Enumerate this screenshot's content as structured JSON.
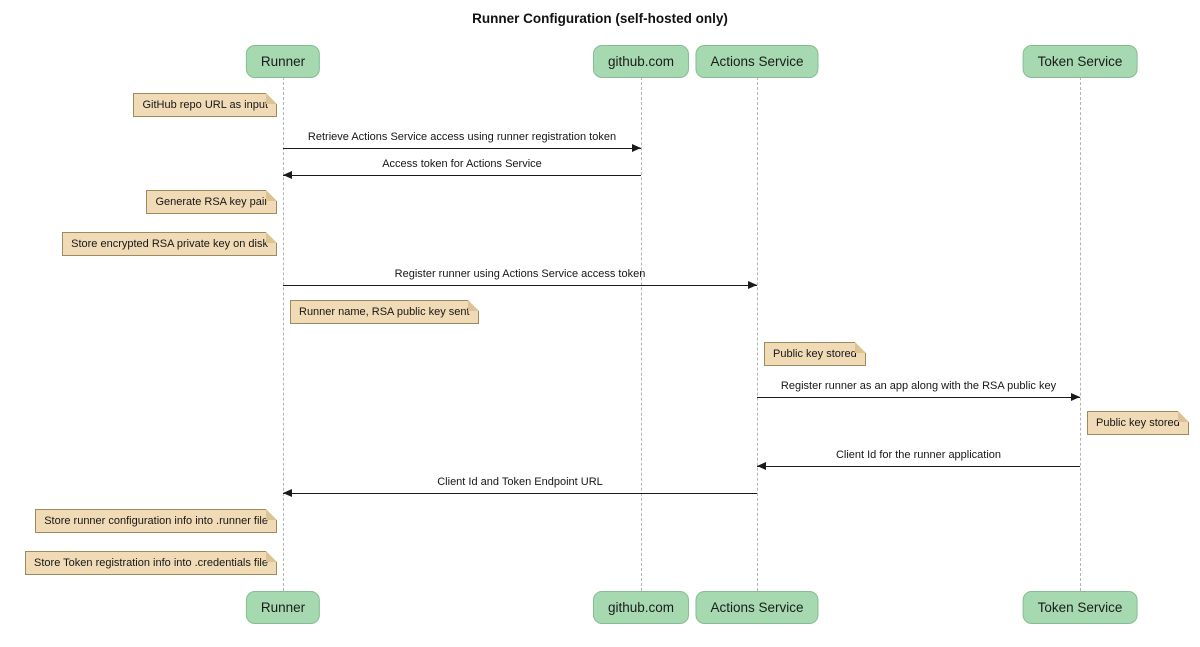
{
  "title": "Runner Configuration (self-hosted only)",
  "participants": [
    {
      "label": "Runner"
    },
    {
      "label": "github.com"
    },
    {
      "label": "Actions Service"
    },
    {
      "label": "Token Service"
    }
  ],
  "messages": [
    {
      "from": "Runner",
      "to": "github.com",
      "text": "Retrieve Actions Service access using runner registration token"
    },
    {
      "from": "github.com",
      "to": "Runner",
      "text": "Access token for Actions Service"
    },
    {
      "from": "Runner",
      "to": "Actions Service",
      "text": "Register runner using Actions Service access token"
    },
    {
      "from": "Actions Service",
      "to": "Token Service",
      "text": "Register runner as an app along with the RSA public key"
    },
    {
      "from": "Token Service",
      "to": "Actions Service",
      "text": "Client Id for the runner application"
    },
    {
      "from": "Actions Service",
      "to": "Runner",
      "text": "Client Id and Token Endpoint URL"
    }
  ],
  "notes": [
    {
      "attached_to": "Runner",
      "text": "GitHub repo URL as input"
    },
    {
      "attached_to": "Runner",
      "text": "Generate RSA key pair"
    },
    {
      "attached_to": "Runner",
      "text": "Store encrypted RSA private key on disk"
    },
    {
      "attached_to": "Runner",
      "text": "Runner name, RSA public key sent"
    },
    {
      "attached_to": "Actions Service",
      "text": "Public key stored"
    },
    {
      "attached_to": "Token Service",
      "text": "Public key stored"
    },
    {
      "attached_to": "Runner",
      "text": "Store runner configuration info into .runner file"
    },
    {
      "attached_to": "Runner",
      "text": "Store Token registration info into .credentials file"
    }
  ],
  "colors": {
    "participant_fill": "#A6D9B0",
    "participant_border": "#84BD95",
    "note_fill": "#F0DBB6",
    "note_border": "#9C8A60",
    "note_fold": "#DCC394",
    "lifeline": "#B5B5B5",
    "arrow": "#1A1A1A"
  }
}
